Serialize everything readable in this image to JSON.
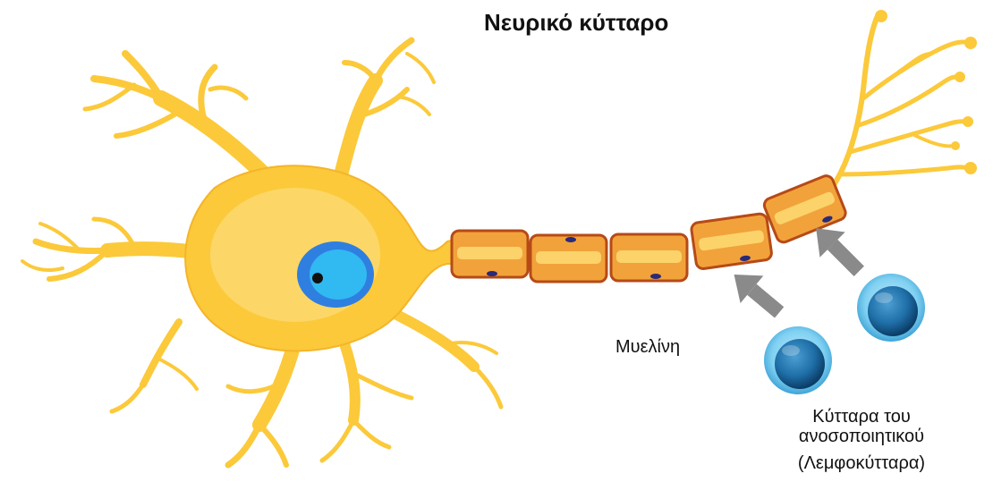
{
  "title": "Νευρικό κύτταρο",
  "labels": {
    "myelin": "Μυελίνη",
    "immune_line1": "Κύτταρα του",
    "immune_line2": "ανοσοποιητικού",
    "immune_line3": "(Λεμφοκύτταρα)"
  },
  "colors": {
    "neuron_fill": "#fbc93a",
    "neuron_light": "#fde9a0",
    "neuron_outline": "#f4b52a",
    "myelin_fill": "#f2a23a",
    "myelin_core": "#fbd36a",
    "myelin_outline": "#b64a17",
    "nucleus_outer": "#2f7fe0",
    "nucleus_inner": "#31b9f2",
    "arrow": "#8a8a8a",
    "lymphocyte_outer": "#7fd0f2",
    "lymphocyte_inner": "#1f6fa8"
  },
  "icons": [
    "neuron-body",
    "myelin-sheath",
    "lymphocyte",
    "arrow-up-right"
  ]
}
